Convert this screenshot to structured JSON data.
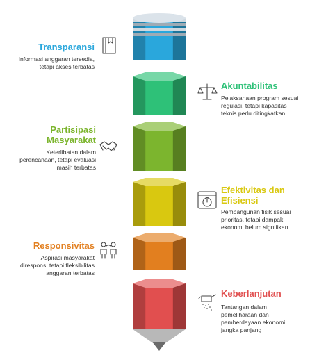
{
  "stages": [
    {
      "title": "Transparansi",
      "desc": [
        "Informasi anggaran tersedia,",
        "tetapi akses terbatas"
      ],
      "color": "#2aa7dc",
      "side": "left",
      "icon": "book-icon"
    },
    {
      "title": "Akuntabilitas",
      "desc": [
        "Pelaksanaan program sesuai",
        "regulasi, tetapi kapasitas",
        "teknis perlu ditingkatkan"
      ],
      "color": "#2ec178",
      "side": "right",
      "icon": "scale-icon"
    },
    {
      "title_lines": [
        "Partisipasi",
        "Masyarakat"
      ],
      "desc": [
        "Keterlibatan dalam",
        "perencanaan, tetapi evaluasi",
        "masih terbatas"
      ],
      "color": "#7cb52e",
      "side": "left",
      "icon": "handshake-icon"
    },
    {
      "title_lines": [
        "Efektivitas dan",
        "Efisiensi"
      ],
      "desc": [
        "Pembangunan fisik sesuai",
        "prioritas, tetapi dampak",
        "ekonomi belum signifikan"
      ],
      "color": "#d9c810",
      "side": "right",
      "icon": "stopwatch-icon"
    },
    {
      "title": "Responsivitas",
      "desc": [
        "Aspirasi masyarakat",
        "direspons, tetapi fleksibilitas",
        "anggaran terbatas"
      ],
      "color": "#e27f1f",
      "side": "left",
      "icon": "people-icon"
    },
    {
      "title": "Keberlanjutan",
      "desc": [
        "Tantangan dalam",
        "pemeliharaan dan",
        "pemberdayaan ekonomi",
        "jangka panjang"
      ],
      "color": "#e14f4f",
      "side": "right",
      "icon": "watering-icon"
    }
  ]
}
